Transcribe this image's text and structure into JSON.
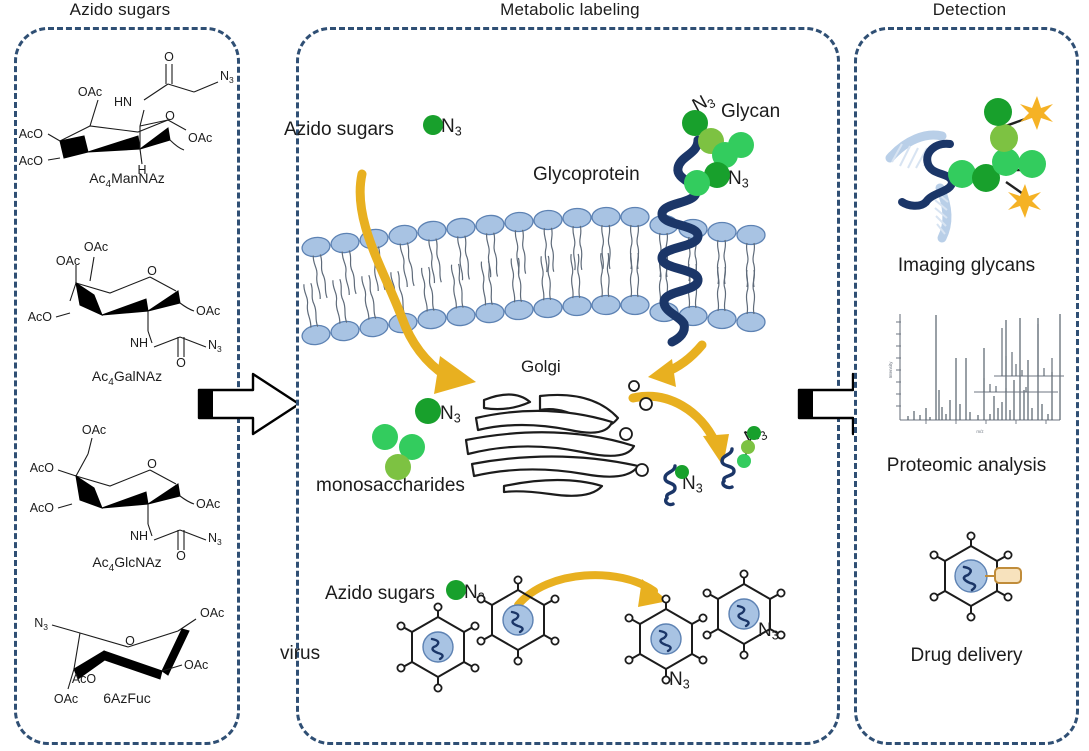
{
  "panels": [
    {
      "id": "azido-sugars",
      "title": "Azido sugars"
    },
    {
      "id": "metabolic-labeling",
      "title": "Metabolic labeling"
    },
    {
      "id": "detection",
      "title": "Detection"
    }
  ],
  "left_panel": {
    "title": "Azido sugars",
    "structures": [
      {
        "name": "Ac4ManNAz",
        "name_parts": {
          "prefix": "Ac",
          "sub": "4",
          "suffix": "ManNAz"
        },
        "labels": [
          "OAc",
          "HN",
          "O",
          "AcO",
          "AcO",
          "N3",
          "H",
          "OAc"
        ]
      },
      {
        "name": "Ac4GalNAz",
        "name_parts": {
          "prefix": "Ac",
          "sub": "4",
          "suffix": "GalNAz"
        },
        "labels": [
          "OAc",
          "OAc",
          "O",
          "AcO",
          "OAc",
          "NH",
          "N3",
          "O"
        ]
      },
      {
        "name": "Ac4GlcNAz",
        "name_parts": {
          "prefix": "Ac",
          "sub": "4",
          "suffix": "GlcNAz"
        },
        "labels": [
          "OAc",
          "AcO",
          "AcO",
          "O",
          "OAc",
          "NH",
          "N3",
          "O"
        ]
      },
      {
        "name": "6AzFuc",
        "name_parts": {
          "prefix": "6AzFuc",
          "sub": "",
          "suffix": ""
        },
        "labels": [
          "N3",
          "O",
          "OAc",
          "OAc",
          "AcO",
          "OAc"
        ]
      }
    ]
  },
  "center_panel": {
    "title": "Metabolic labeling",
    "labels": {
      "azido_sugars_top": "Azido sugars",
      "azido_sugars_bottom": "Azido sugars",
      "glycan": "Glycan",
      "glycoprotein": "Glycoprotein",
      "golgi": "Golgi",
      "monosaccharides": "monosaccharides",
      "virus": "virus",
      "n3": "N3"
    },
    "n3_markers": 6,
    "virus_count": 4,
    "virus_labeled_count": 2
  },
  "right_panel": {
    "title": "Detection",
    "items": [
      {
        "caption": "Imaging glycans",
        "icon": "glycan-fluorophore-icon"
      },
      {
        "caption": "Proteomic analysis",
        "icon": "mass-spectrum-icon"
      },
      {
        "caption": "Drug delivery",
        "icon": "virus-drug-icon"
      }
    ]
  },
  "flow_arrows": [
    {
      "name": "arrow-left-to-center"
    },
    {
      "name": "arrow-center-to-right"
    }
  ],
  "colors": {
    "panel_border": "#2f4f74",
    "membrane_head": "#a8c3e3",
    "membrane_head_stroke": "#5d82b3",
    "protein_navy": "#1b3668",
    "arrow_yellow": "#e8b020",
    "green_dark": "#18a02c",
    "green_mid": "#33cc5e",
    "green_light": "#7dc242",
    "star_gold": "#f5b225",
    "virus_fill": "#a8c3e3",
    "drug_capsule": "#f5d9a8"
  }
}
